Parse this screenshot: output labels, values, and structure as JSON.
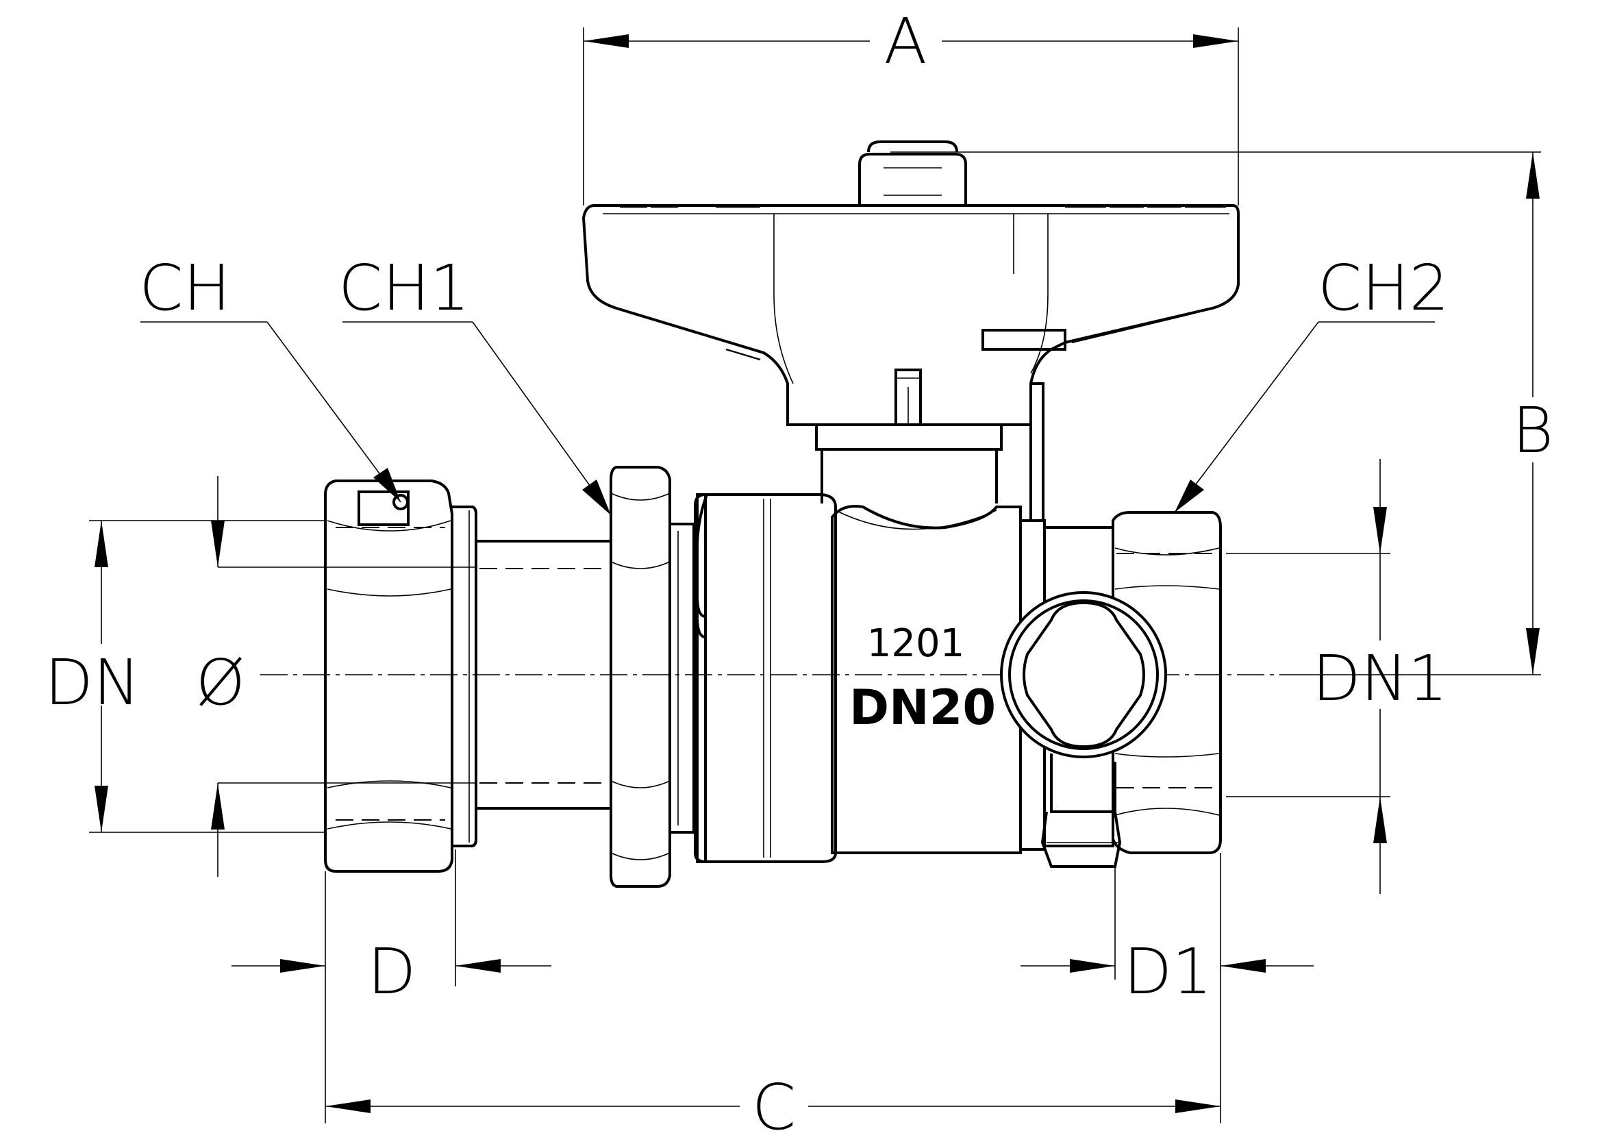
{
  "labels": {
    "A": "A",
    "B": "B",
    "C": "C",
    "D": "D",
    "D1": "D1",
    "DN": "DN",
    "DIA": "Ø",
    "DN1": "DN1",
    "CH": "CH",
    "CH1": "CH1",
    "CH2": "CH2"
  },
  "body_marking": {
    "code": "1201",
    "size": "DN20"
  },
  "colors": {
    "line": "#000000",
    "background": "#ffffff"
  }
}
